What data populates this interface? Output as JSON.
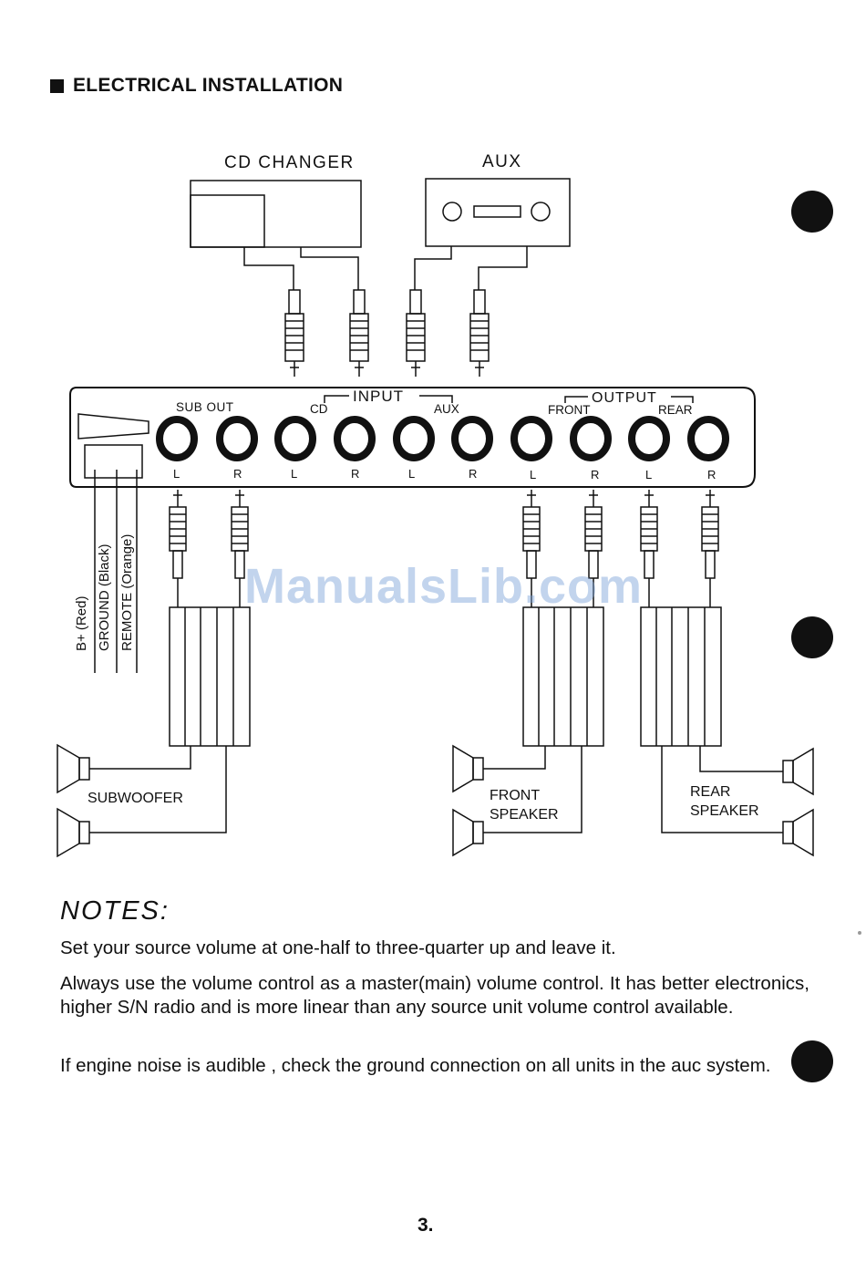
{
  "section": {
    "title": "ELECTRICAL INSTALLATION"
  },
  "sources": {
    "cd_changer": "CD CHANGER",
    "aux": "AUX"
  },
  "panel": {
    "input_label": "INPUT",
    "output_label": "OUTPUT",
    "jack_groups": [
      {
        "label": "SUB OUT",
        "left": "L",
        "right": "R"
      },
      {
        "label": "CD",
        "left": "L",
        "right": "R"
      },
      {
        "label": "AUX",
        "left": "L",
        "right": "R"
      },
      {
        "label": "FRONT",
        "left": "L",
        "right": "R"
      },
      {
        "label": "REAR",
        "left": "L",
        "right": "R"
      }
    ]
  },
  "power_wires": {
    "b_plus": "B+ (Red)",
    "ground": "GROUND (Black)",
    "remote": "REMOTE (Orange)"
  },
  "speakers": {
    "subwoofer": "SUBWOOFER",
    "front_line1": "FRONT",
    "front_line2": "SPEAKER",
    "rear_line1": "REAR",
    "rear_line2": "SPEAKER"
  },
  "watermark": "ManualsLib.com",
  "notes": {
    "title": "NOTES:",
    "items": [
      "Set your source volume at one-half to three-quarter up and leave it.",
      "Always use the volume control as a master(main) volume control. It has better electronics, higher S/N radio and is more linear than any source unit volume control available.",
      "If engine noise is audible , check the ground connection on all units in the auc system."
    ]
  },
  "page_number": "3."
}
